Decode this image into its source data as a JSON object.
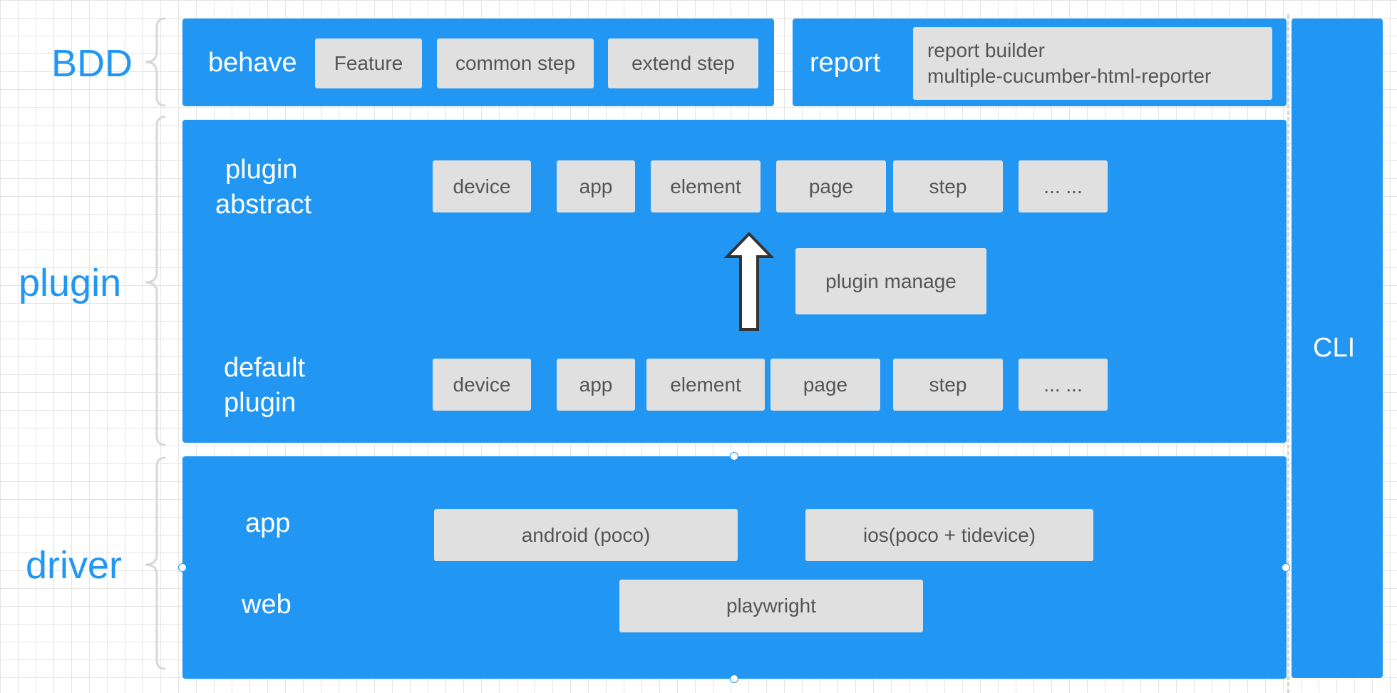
{
  "labels": {
    "bdd": "BDD",
    "plugin": "plugin",
    "driver": "driver"
  },
  "bdd_panel": {
    "label": "behave",
    "items": [
      "Feature",
      "common step",
      "extend step"
    ]
  },
  "report_panel": {
    "label": "report",
    "lines": [
      "report builder",
      "multiple-cucumber-html-reporter"
    ]
  },
  "plugin_panel": {
    "abstract_label_1": "plugin",
    "abstract_label_2": "abstract",
    "abstract_items": [
      "device",
      "app",
      "element",
      "page",
      "step",
      "... ..."
    ],
    "manage": "plugin manage",
    "default_label_1": "default",
    "default_label_2": "plugin",
    "default_items": [
      "device",
      "app",
      "element",
      "page",
      "step",
      "... ..."
    ]
  },
  "driver_panel": {
    "app_label": "app",
    "web_label": "web",
    "android": "android (poco)",
    "ios": "ios(poco + tidevice)",
    "playwright": "playwright"
  },
  "cli": {
    "label": "CLI"
  },
  "colors": {
    "panel": "#2196f3",
    "box": "#e0e0e0",
    "box_text": "#555555",
    "label": "#2196f3"
  }
}
